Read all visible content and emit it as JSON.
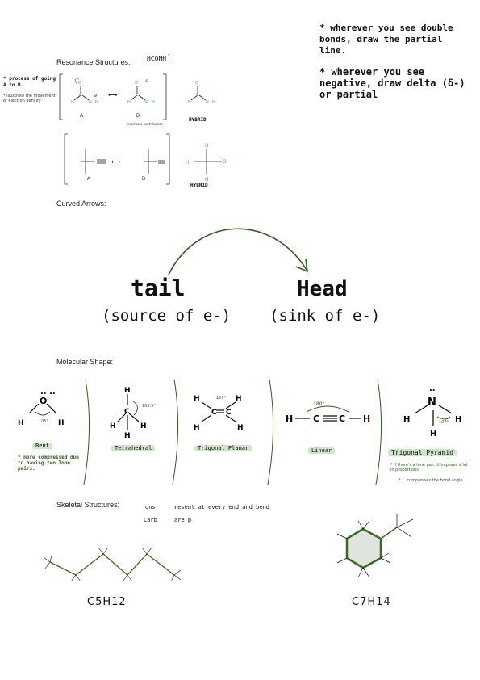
{
  "notes": {
    "top_right_1": "* wherever you see double bonds, draw the partial line.",
    "top_right_2": "* wherever you see negative, draw delta (δ-) or partial",
    "left_1": "* process of going A to B.",
    "left_2": "* illustrate the movement of electron density"
  },
  "resonance": {
    "title": "Resonance Structures:",
    "formula": "HCONH",
    "charge": "-",
    "row1": {
      "a": "A",
      "b": "B",
      "hybrid": "HYBRID",
      "sub_note": "less/more contribution"
    },
    "row2": {
      "a": "A",
      "b": "B",
      "hybrid": "HYBRID"
    }
  },
  "curved_arrows": {
    "title": "Curved Arrows:",
    "tail": "tail",
    "tail_sub": "(source of e-)",
    "head": "Head",
    "head_sub": "(sink of e-)"
  },
  "molecular_shape": {
    "title": "Molecular Shape:",
    "shapes": [
      {
        "name": "Bent",
        "angle": "105°"
      },
      {
        "name": "Tetrahedral",
        "angle": "109.5°"
      },
      {
        "name": "Trigonal Planar",
        "angle": "120°"
      },
      {
        "name": "Linear",
        "angle": "180°"
      },
      {
        "name": "Trigonal Pyramid",
        "angle": "107°"
      }
    ],
    "bent_note": "* more compressed due to having two lone pairs.",
    "pyramid_note_1": "* if there's a lone pair, it imposes a lot in proportions",
    "pyramid_note_2": "* ... compresses the bond angle"
  },
  "skeletal": {
    "title": "Skeletal Structures:",
    "note_a": "ons",
    "note_b": "resent at every end and bend",
    "note_c": "Carb",
    "note_d": "are p",
    "formula_1": "C5H12",
    "formula_2": "C7H14"
  },
  "colors": {
    "teal": "#3fa79a",
    "green": "#2f5d1e",
    "highlight": "#cfe4c9"
  }
}
